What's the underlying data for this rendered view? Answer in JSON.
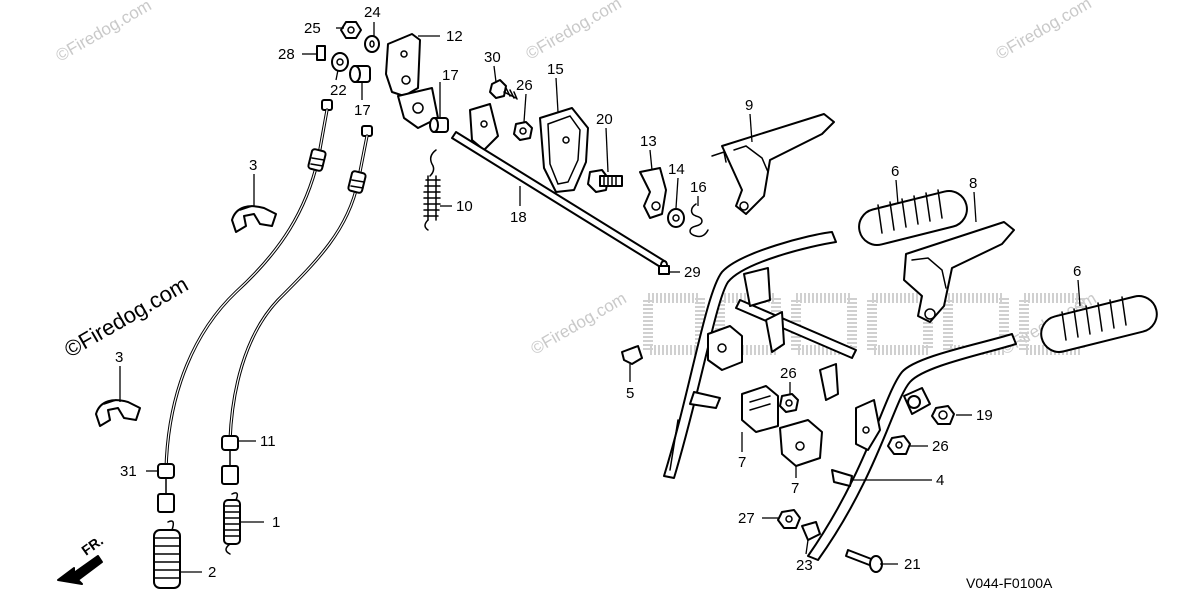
{
  "diagram": {
    "drawing_code": "V044-F0100A",
    "direction_marker": "FR.",
    "watermarks": [
      "©Firedog.com",
      "©Firedog.com",
      "©Firedog.com",
      "©Firedog.com",
      "©Firedog.com",
      "©Firedog.com"
    ],
    "callouts": [
      {
        "id": "c25",
        "label": "25"
      },
      {
        "id": "c24",
        "label": "24"
      },
      {
        "id": "c12",
        "label": "12"
      },
      {
        "id": "c28",
        "label": "28"
      },
      {
        "id": "c22",
        "label": "22"
      },
      {
        "id": "c17a",
        "label": "17"
      },
      {
        "id": "c17b",
        "label": "17"
      },
      {
        "id": "c30",
        "label": "30"
      },
      {
        "id": "c26a",
        "label": "26"
      },
      {
        "id": "c15",
        "label": "15"
      },
      {
        "id": "c9",
        "label": "9"
      },
      {
        "id": "c20",
        "label": "20"
      },
      {
        "id": "c13",
        "label": "13"
      },
      {
        "id": "c14",
        "label": "14"
      },
      {
        "id": "c16",
        "label": "16"
      },
      {
        "id": "c10",
        "label": "10"
      },
      {
        "id": "c18",
        "label": "18"
      },
      {
        "id": "c29",
        "label": "29"
      },
      {
        "id": "c6a",
        "label": "6"
      },
      {
        "id": "c8",
        "label": "8"
      },
      {
        "id": "c6b",
        "label": "6"
      },
      {
        "id": "c3a",
        "label": "3"
      },
      {
        "id": "c3b",
        "label": "3"
      },
      {
        "id": "c5",
        "label": "5"
      },
      {
        "id": "c26b",
        "label": "26"
      },
      {
        "id": "c19",
        "label": "19"
      },
      {
        "id": "c26c",
        "label": "26"
      },
      {
        "id": "c7a",
        "label": "7"
      },
      {
        "id": "c7b",
        "label": "7"
      },
      {
        "id": "c4",
        "label": "4"
      },
      {
        "id": "c11",
        "label": "11"
      },
      {
        "id": "c31",
        "label": "31"
      },
      {
        "id": "c1",
        "label": "1"
      },
      {
        "id": "c2",
        "label": "2"
      },
      {
        "id": "c27",
        "label": "27"
      },
      {
        "id": "c23",
        "label": "23"
      },
      {
        "id": "c21",
        "label": "21"
      }
    ]
  }
}
